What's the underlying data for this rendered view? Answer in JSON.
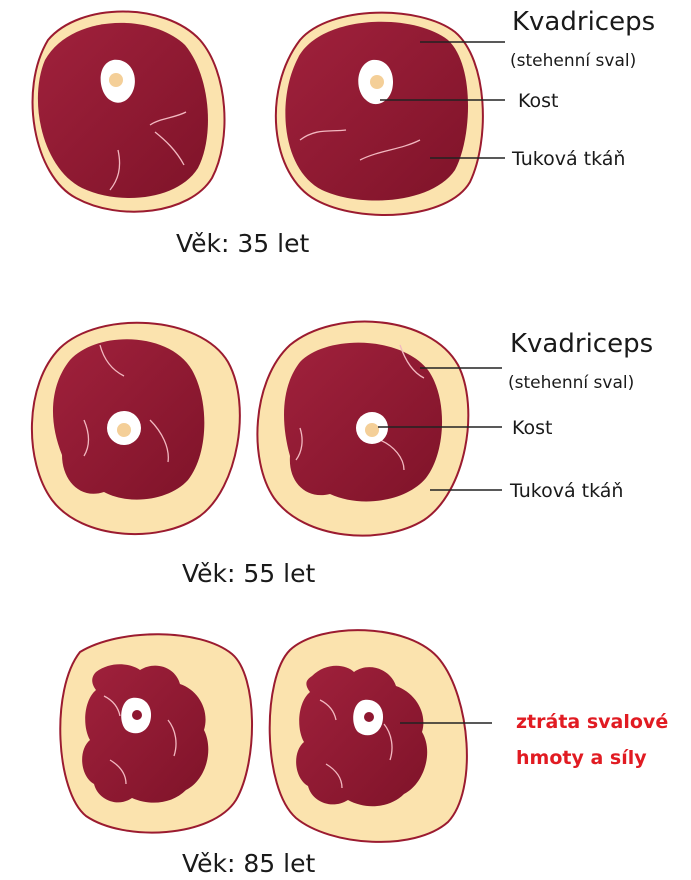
{
  "labels": {
    "muscle": "Kvadriceps",
    "muscle_sub": "(stehenní sval)",
    "bone": "Kost",
    "fat": "Tuková tkáň",
    "loss_line1": "ztráta svalové",
    "loss_line2": "hmoty a síly"
  },
  "ages": [
    {
      "label": "Věk: 35 let"
    },
    {
      "label": "Věk: 55 let"
    },
    {
      "label": "Věk: 85 let"
    }
  ],
  "colors": {
    "fat": "#fbe3ae",
    "fat_outline": "#9b1b30",
    "muscle": "#8e1730",
    "bone": "#ffffff",
    "marrow": "#f4cf98",
    "loss_text": "#e11b22"
  }
}
